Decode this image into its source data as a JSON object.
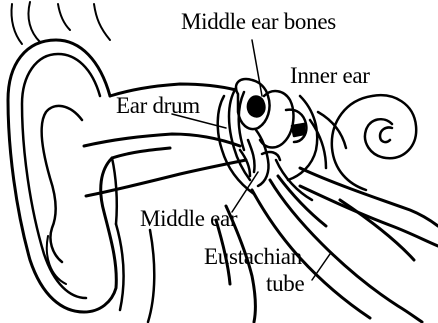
{
  "labels": {
    "middle_ear_bones": "Middle ear bones",
    "inner_ear": "Inner ear",
    "ear_drum": "Ear drum",
    "middle_ear": "Middle ear",
    "eustachian": "Eustachian",
    "tube": "tube"
  },
  "colors": {
    "ink": "#000000",
    "paper": "#ffffff"
  }
}
